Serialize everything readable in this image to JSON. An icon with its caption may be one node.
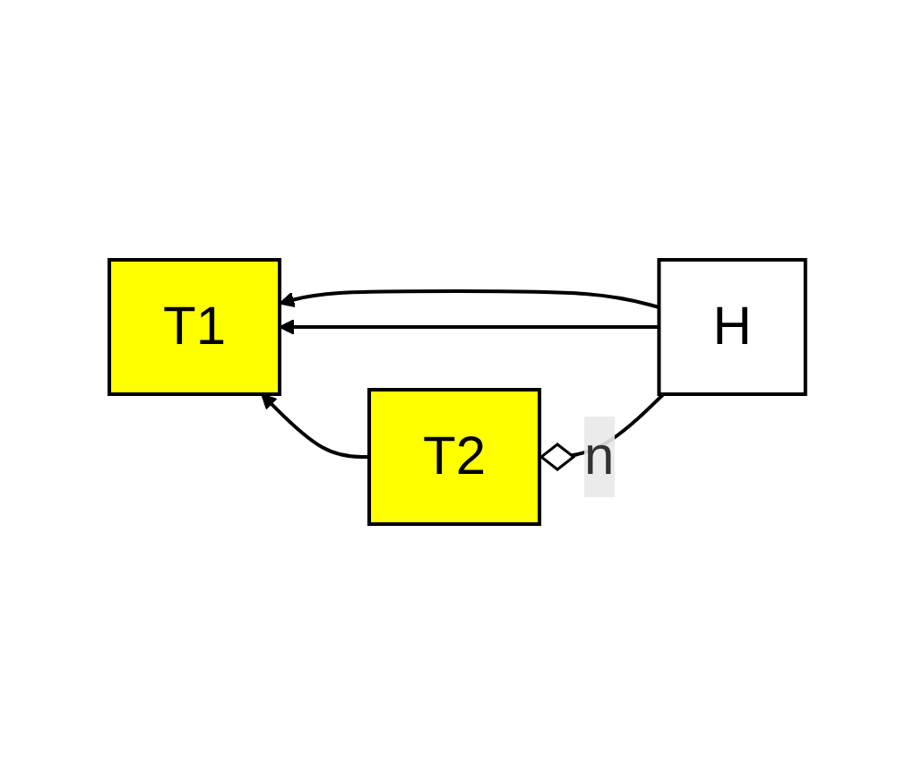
{
  "diagram": {
    "nodes": [
      {
        "text": [
          "H"
        ]
      },
      {
        "text": [
          "T1"
        ]
      },
      {
        "text": [
          "T2"
        ]
      }
    ],
    "edges": [
      {
        "from": 0,
        "to": 1,
        "arrow": "to"
      },
      {
        "from": 0,
        "to": 1,
        "arrow": "to"
      },
      {
        "from": 2,
        "to": 1,
        "arrow": "to"
      },
      {
        "from": 0,
        "to": 2,
        "arrow": "other",
        "label": "n"
      }
    ]
  }
}
